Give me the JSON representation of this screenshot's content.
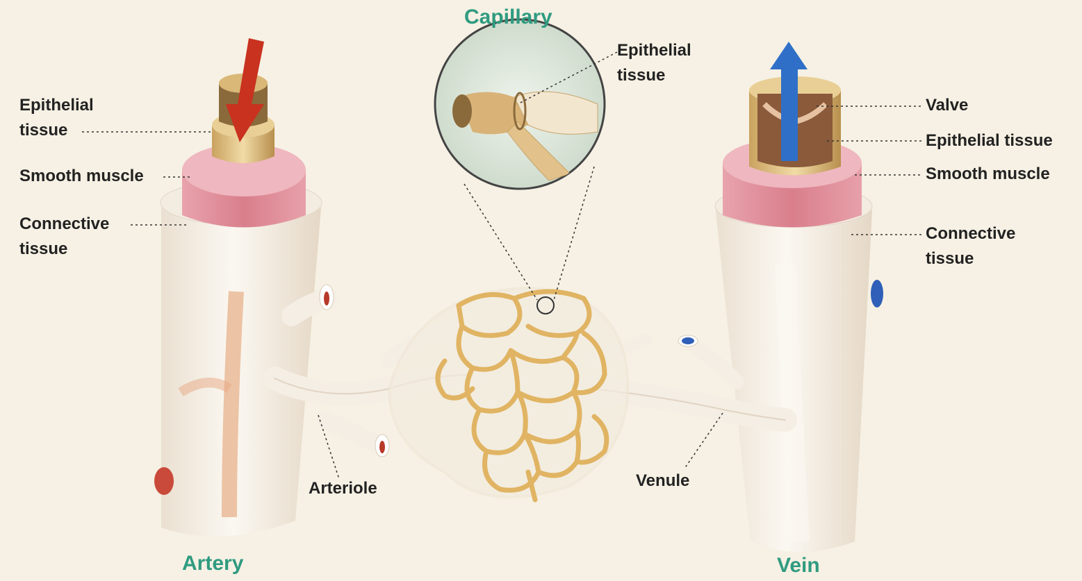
{
  "titles": {
    "capillary": "Capillary",
    "artery": "Artery",
    "vein": "Vein"
  },
  "artery_labels": {
    "epithelial": "Epithelial tissue",
    "smooth_muscle": "Smooth muscle",
    "connective": "Connective tissue"
  },
  "capillary_labels": {
    "epithelial": "Epithelial tissue"
  },
  "vein_labels": {
    "valve": "Valve",
    "epithelial": "Epithelial tissue",
    "smooth_muscle": "Smooth muscle",
    "connective": "Connective tissue"
  },
  "vessel_labels": {
    "arteriole": "Arteriole",
    "venule": "Venule"
  },
  "colors": {
    "title": "#2f9b80",
    "label": "#222222",
    "artery_flow": "#c8321f",
    "vein_flow": "#2f6fc8",
    "muscle": "#d98a96",
    "epithelium": "#c9a46a",
    "capillary_net": "#e0b463",
    "background": "#f6f1e4"
  }
}
